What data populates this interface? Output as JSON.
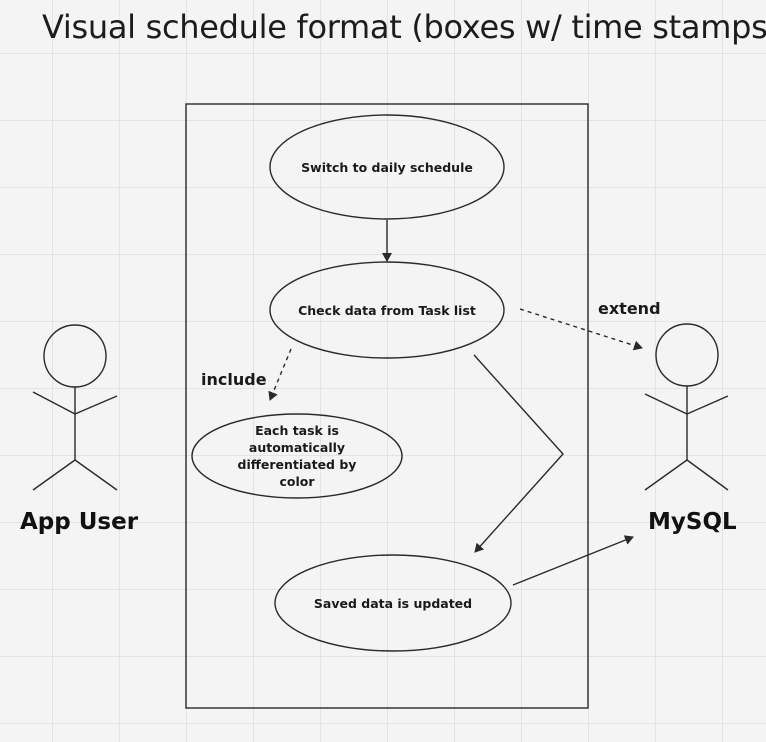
{
  "title": "Visual schedule format (boxes w/ time stamps)",
  "actors": {
    "user": "App User",
    "db": "MySQL"
  },
  "use_cases": {
    "switch": "Switch to daily schedule",
    "check": "Check data from Task list",
    "color": "Each task is automatically differentiated by color",
    "saved": "Saved data is updated"
  },
  "relations": {
    "include": "include",
    "extend": "extend"
  },
  "colors": {
    "line": "#2a2a2a",
    "background": "#f4f4f4",
    "grid": "#e3e3e3"
  }
}
